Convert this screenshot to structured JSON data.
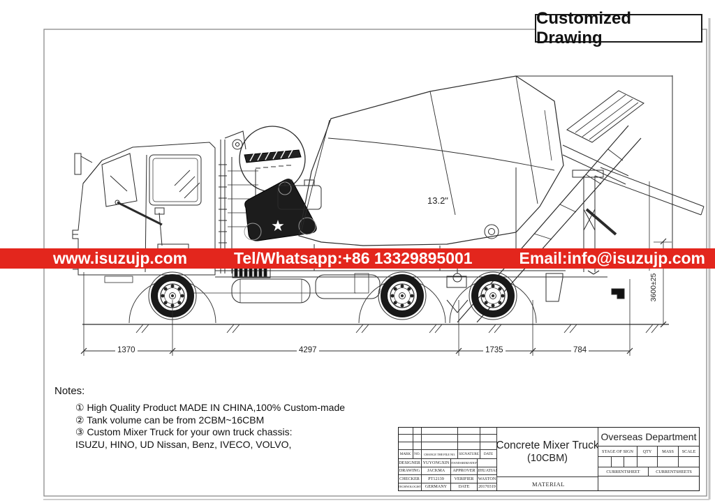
{
  "page": {
    "title": "Customized Drawing"
  },
  "banner": {
    "website": "www.isuzujp.com",
    "contact": "Tel/Whatsapp:+86 13329895001",
    "email": "Email:info@isuzujp.com"
  },
  "dims": {
    "front_overhang": "1370",
    "wheelbase": "4297",
    "bogie": "1735",
    "rear_overhang": "784",
    "height": "3600±25",
    "drum_angle": "13.2\""
  },
  "notes": {
    "heading": "Notes:",
    "line1": "① High Quality Product MADE IN CHINA,100% Custom-made",
    "line2": "② Tank volume can be from 2CBM~16CBM",
    "line3": "③ Custom Mixer Truck for your own truck chassis:",
    "line4": "ISUZU, HINO, UD Nissan, Benz, IVECO, VOLVO,"
  },
  "title_block": {
    "header": [
      "MARK",
      "NO.",
      "CHANGE THE FILE NO.",
      "SIGNATURE",
      "DATE"
    ],
    "r1": [
      "DESIGNER",
      "YUYONGXIN",
      "STANDARDIZATION",
      ""
    ],
    "r2": [
      "DRAWING",
      "JACKMA",
      "APPROVER",
      "LIHUATIAN"
    ],
    "r3": [
      "CHECKER",
      "PT12139",
      "VERIFIER",
      "WASTON"
    ],
    "r4": [
      "TECHNOLOGIST",
      "GERMANY",
      "DATE",
      "20170319"
    ],
    "product_title": "Concrete Mixer Truck",
    "product_size": "(10CBM)",
    "material": "MATERIAL",
    "department": "Overseas Department",
    "sign_cols": [
      "STAGE OF SIGN",
      "QTY",
      "MASS",
      "SCALE"
    ],
    "sheet_labels": [
      "CURRENT",
      "SHEET",
      "CURRENT",
      "SHEETS"
    ]
  },
  "colors": {
    "banner_red": "#e3261d",
    "line": "#2b2b2b"
  }
}
